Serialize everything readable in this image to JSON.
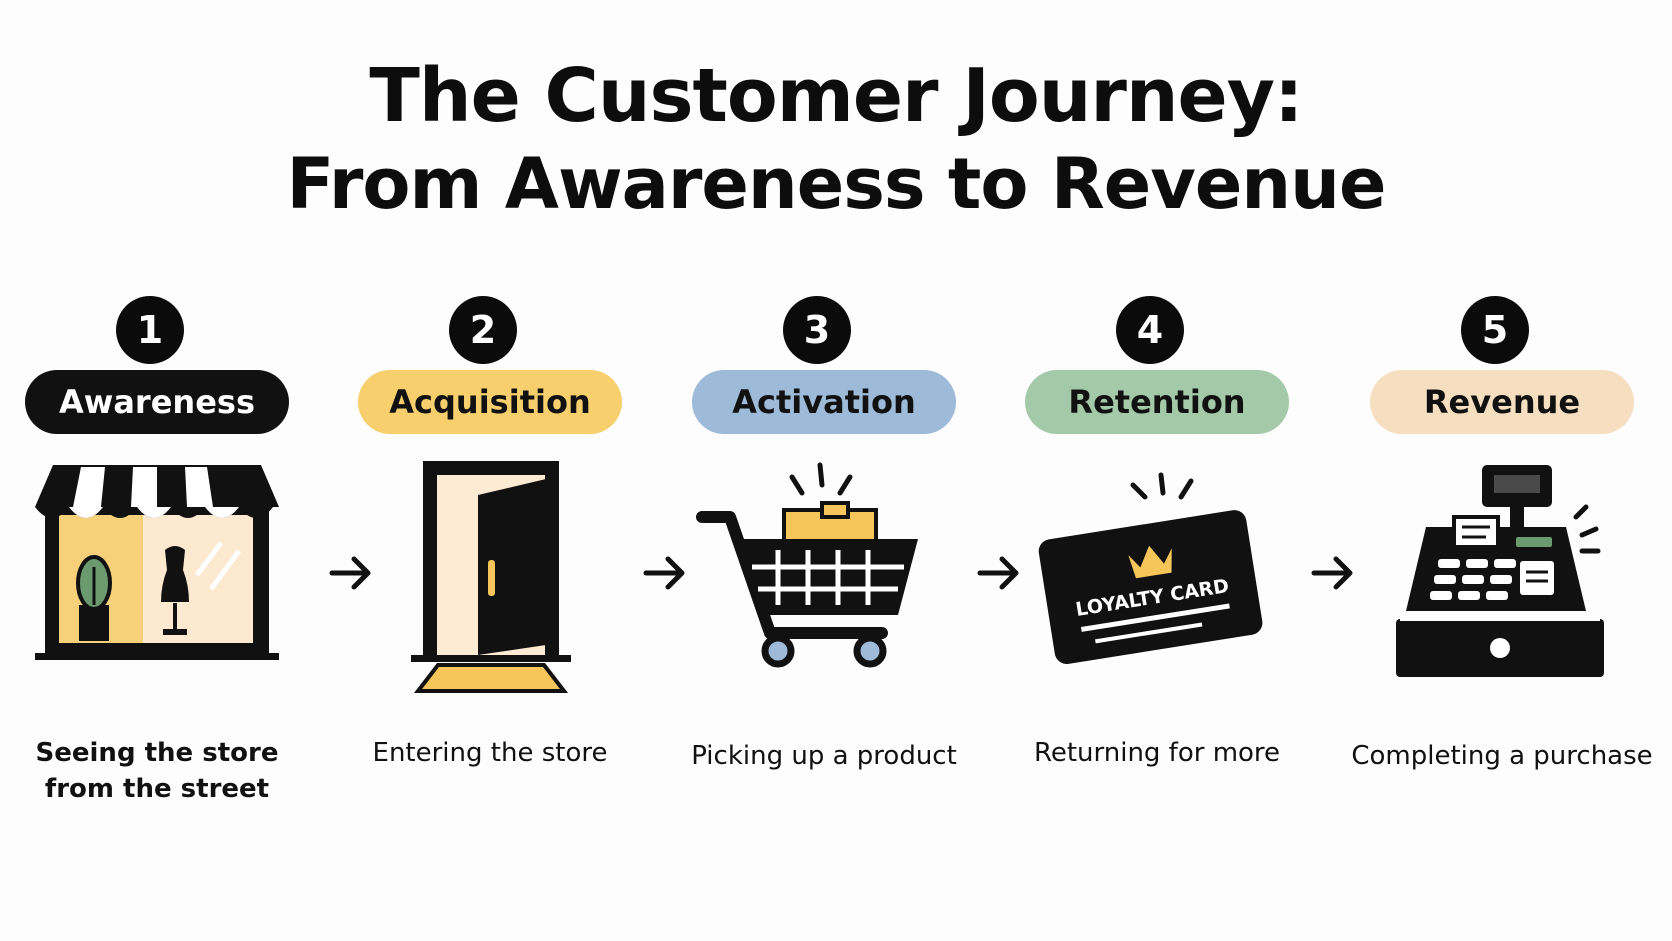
{
  "title": {
    "line1": "The Customer Journey:",
    "line2": "From Awareness to Revenue"
  },
  "stages": [
    {
      "number": "1",
      "label": "Awareness",
      "description_line1": "Seeing the store",
      "description_line2": "from the street",
      "pill_color": "#111111",
      "label_color": "#ffffff",
      "icon": "storefront-icon"
    },
    {
      "number": "2",
      "label": "Acquisition",
      "description_line1": "Entering the store",
      "description_line2": "",
      "pill_color": "#f7cf6d",
      "label_color": "#111111",
      "icon": "open-door-icon"
    },
    {
      "number": "3",
      "label": "Activation",
      "description_line1": "Picking up a product",
      "description_line2": "",
      "pill_color": "#9dbad8",
      "label_color": "#111111",
      "icon": "shopping-cart-icon"
    },
    {
      "number": "4",
      "label": "Retention",
      "description_line1": "Returning for more",
      "description_line2": "",
      "pill_color": "#a3c9a8",
      "label_color": "#111111",
      "icon": "loyalty-card-icon"
    },
    {
      "number": "5",
      "label": "Revenue",
      "description_line1": "Completing a purchase",
      "description_line2": "",
      "pill_color": "#f6dfc0",
      "label_color": "#111111",
      "icon": "cash-register-icon"
    }
  ],
  "loyalty_card_text": "LOYALTY CARD",
  "colors": {
    "accent_yellow": "#f6c65b",
    "light_cream": "#fdebd3",
    "plant_green": "#6a9a6e",
    "black": "#111111"
  }
}
